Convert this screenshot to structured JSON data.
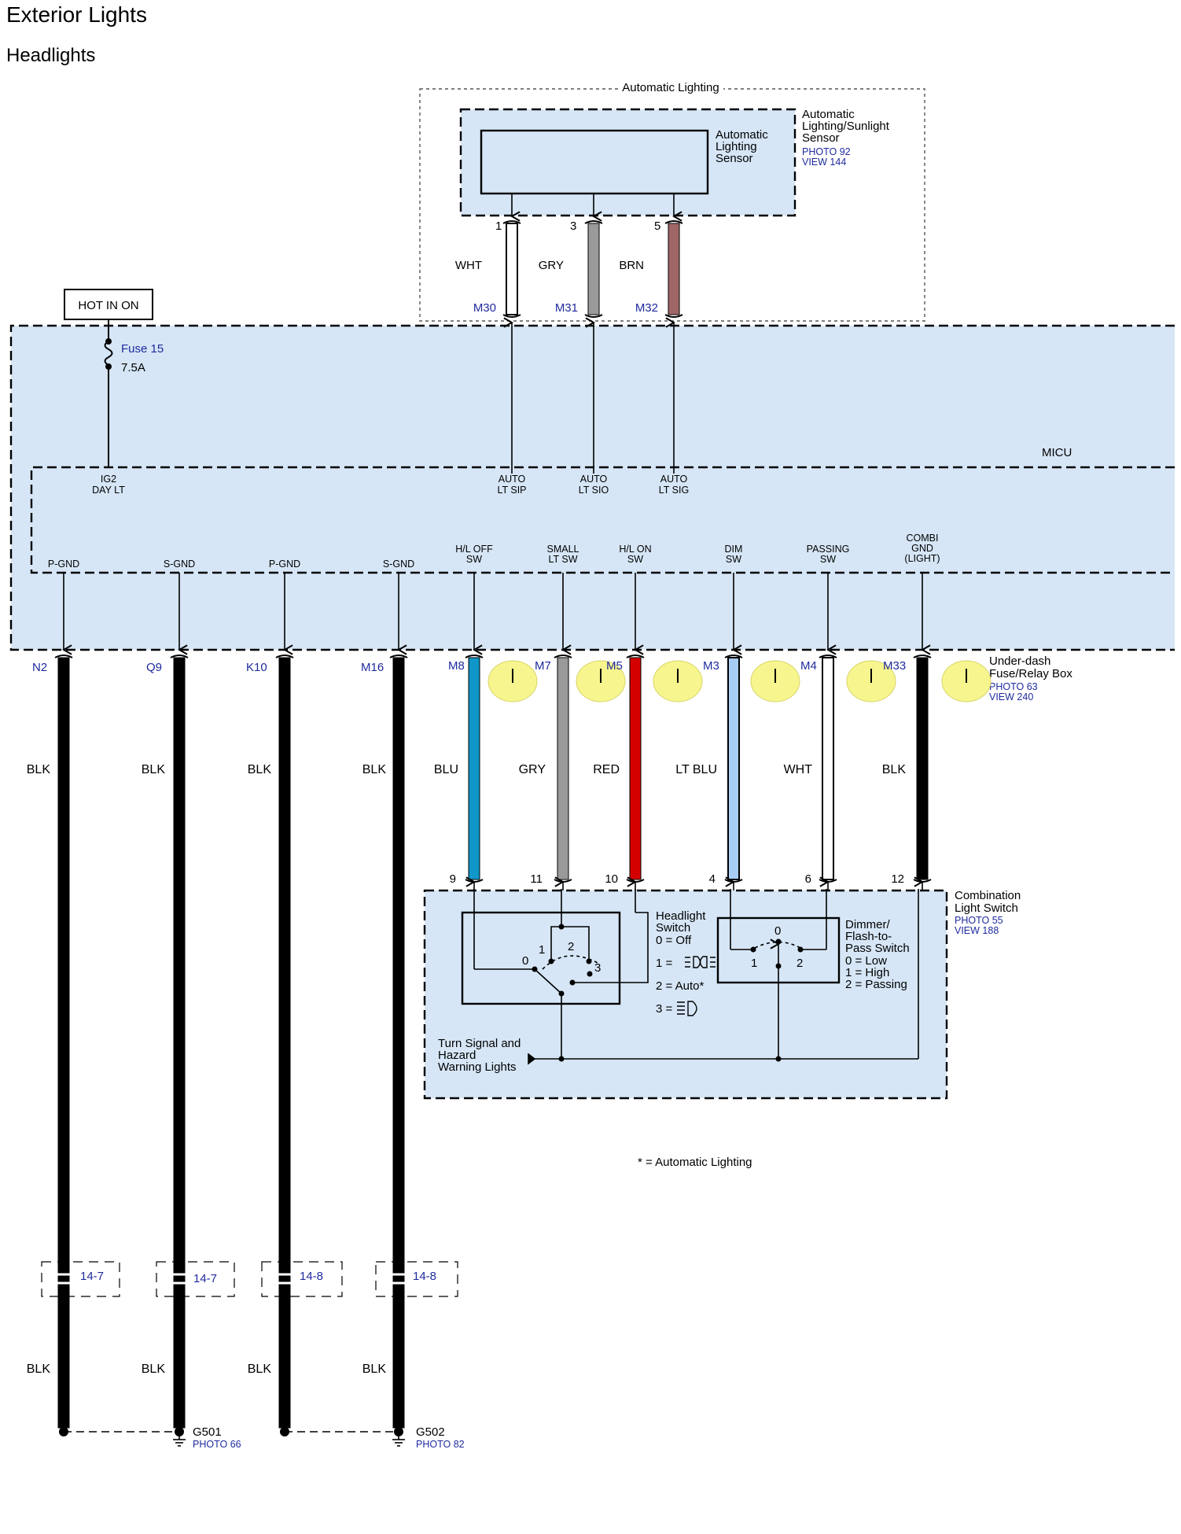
{
  "title": "Exterior Lights",
  "subtitle": "Headlights",
  "auto_lighting": {
    "group_label": "Automatic Lighting",
    "sensor_unit_name": [
      "Automatic",
      "Lighting/Sunlight",
      "Sensor"
    ],
    "sensor_photo": "PHOTO 92",
    "sensor_view": "VIEW 144",
    "inner_sensor_name": [
      "Automatic",
      "Lighting",
      "Sensor"
    ],
    "pins": [
      {
        "pin": "1",
        "color": "WHT",
        "connector": "M30"
      },
      {
        "pin": "3",
        "color": "GRY",
        "connector": "M31"
      },
      {
        "pin": "5",
        "color": "BRN",
        "connector": "M32"
      }
    ]
  },
  "power": {
    "source": "HOT IN ON",
    "fuse_name": "Fuse 15",
    "fuse_rating": "7.5A"
  },
  "micu": {
    "name": "MICU",
    "top_terminals": [
      [
        "IG2",
        "DAY LT"
      ],
      [
        "AUTO",
        "LT SIP"
      ],
      [
        "AUTO",
        "LT SIO"
      ],
      [
        "AUTO",
        "LT SIG"
      ]
    ],
    "bottom_terminals": [
      [
        "P-GND"
      ],
      [
        "S-GND"
      ],
      [
        "P-GND"
      ],
      [
        "S-GND"
      ],
      [
        "H/L OFF",
        "SW"
      ],
      [
        "SMALL",
        "LT SW"
      ],
      [
        "H/L ON",
        "SW"
      ],
      [
        "DIM",
        "SW"
      ],
      [
        "PASSING",
        "SW"
      ],
      [
        "COMBI",
        "GND",
        "(LIGHT)"
      ]
    ]
  },
  "underdash": {
    "name": [
      "Under-dash",
      "Fuse/Relay Box"
    ],
    "photo": "PHOTO 63",
    "view": "VIEW 240"
  },
  "wires": [
    {
      "connector": "N2",
      "color": "BLK",
      "hex": "#000000"
    },
    {
      "connector": "Q9",
      "color": "BLK",
      "hex": "#000000"
    },
    {
      "connector": "K10",
      "color": "BLK",
      "hex": "#000000"
    },
    {
      "connector": "M16",
      "color": "BLK",
      "hex": "#000000"
    },
    {
      "connector": "M8",
      "color": "BLU",
      "hex": "#1096c8",
      "pin": "9"
    },
    {
      "connector": "M7",
      "color": "GRY",
      "hex": "#9a9a9a",
      "pin": "11"
    },
    {
      "connector": "M5",
      "color": "RED",
      "hex": "#d40000",
      "pin": "10"
    },
    {
      "connector": "M3",
      "color": "LT BLU",
      "hex": "#a8cdf5",
      "pin": "4"
    },
    {
      "connector": "M4",
      "color": "WHT",
      "hex": "#ffffff",
      "pin": "6"
    },
    {
      "connector": "M33",
      "color": "BLK",
      "hex": "#000000",
      "pin": "12"
    }
  ],
  "combination_switch": {
    "name": [
      "Combination",
      "Light Switch"
    ],
    "photo": "PHOTO 55",
    "view": "VIEW 188",
    "headlight_switch": {
      "title": [
        "Headlight",
        "Switch"
      ],
      "positions": [
        "0 = Off",
        "1 =",
        "2 = Auto*",
        "3 ="
      ],
      "contacts": [
        "0",
        "1",
        "2",
        "3"
      ]
    },
    "dimmer_switch": {
      "title": [
        "Dimmer/",
        "Flash-to-",
        "Pass Switch"
      ],
      "positions": [
        "0 = Low",
        "1 = High",
        "2 = Passing"
      ],
      "contacts": [
        "0",
        "1",
        "2"
      ]
    },
    "turn_signal_label": [
      "Turn Signal and",
      "Hazard",
      "Warning Lights"
    ]
  },
  "footnote": "* =  Automatic Lighting",
  "junctions": [
    {
      "label": "14-7",
      "wire_color": "BLK"
    },
    {
      "label": "14-7",
      "wire_color": "BLK"
    },
    {
      "label": "14-8",
      "wire_color": "BLK"
    },
    {
      "label": "14-8",
      "wire_color": "BLK"
    }
  ],
  "grounds": [
    {
      "name": "G501",
      "photo": "PHOTO 66"
    },
    {
      "name": "G502",
      "photo": "PHOTO 82"
    }
  ],
  "colors": {
    "box_fill": "#d6e6f6",
    "link_blue": "#1f2a9e",
    "connector_highlight": "#f7f58e",
    "brown_wire": "#a06666"
  }
}
